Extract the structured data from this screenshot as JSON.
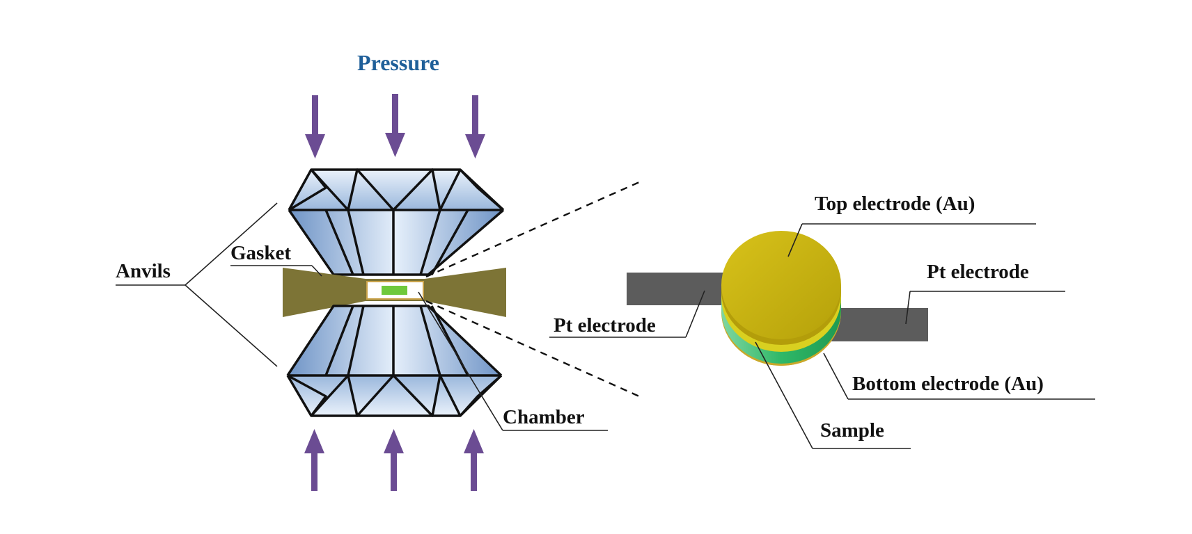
{
  "title": "Pressure",
  "labels": {
    "anvils": "Anvils",
    "gasket": "Gasket",
    "chamber": "Chamber",
    "top_electrode": "Top electrode (Au)",
    "pt_electrode_right": "Pt electrode",
    "pt_electrode_left": "Pt electrode",
    "bottom_electrode": "Bottom electrode (Au)",
    "sample": "Sample"
  },
  "colors": {
    "title": "#1f5f99",
    "arrow": "#6b4c93",
    "anvil_light": "#dce9f7",
    "anvil_dark": "#7ea2cf",
    "gasket": "#7d7436",
    "chamber_fill": "#6ec93c",
    "gold_top": "#c9b510",
    "gold_side": "#b39d0a",
    "sample_layer": "#3fc07a",
    "pt_electrode": "#5c5c5c"
  }
}
